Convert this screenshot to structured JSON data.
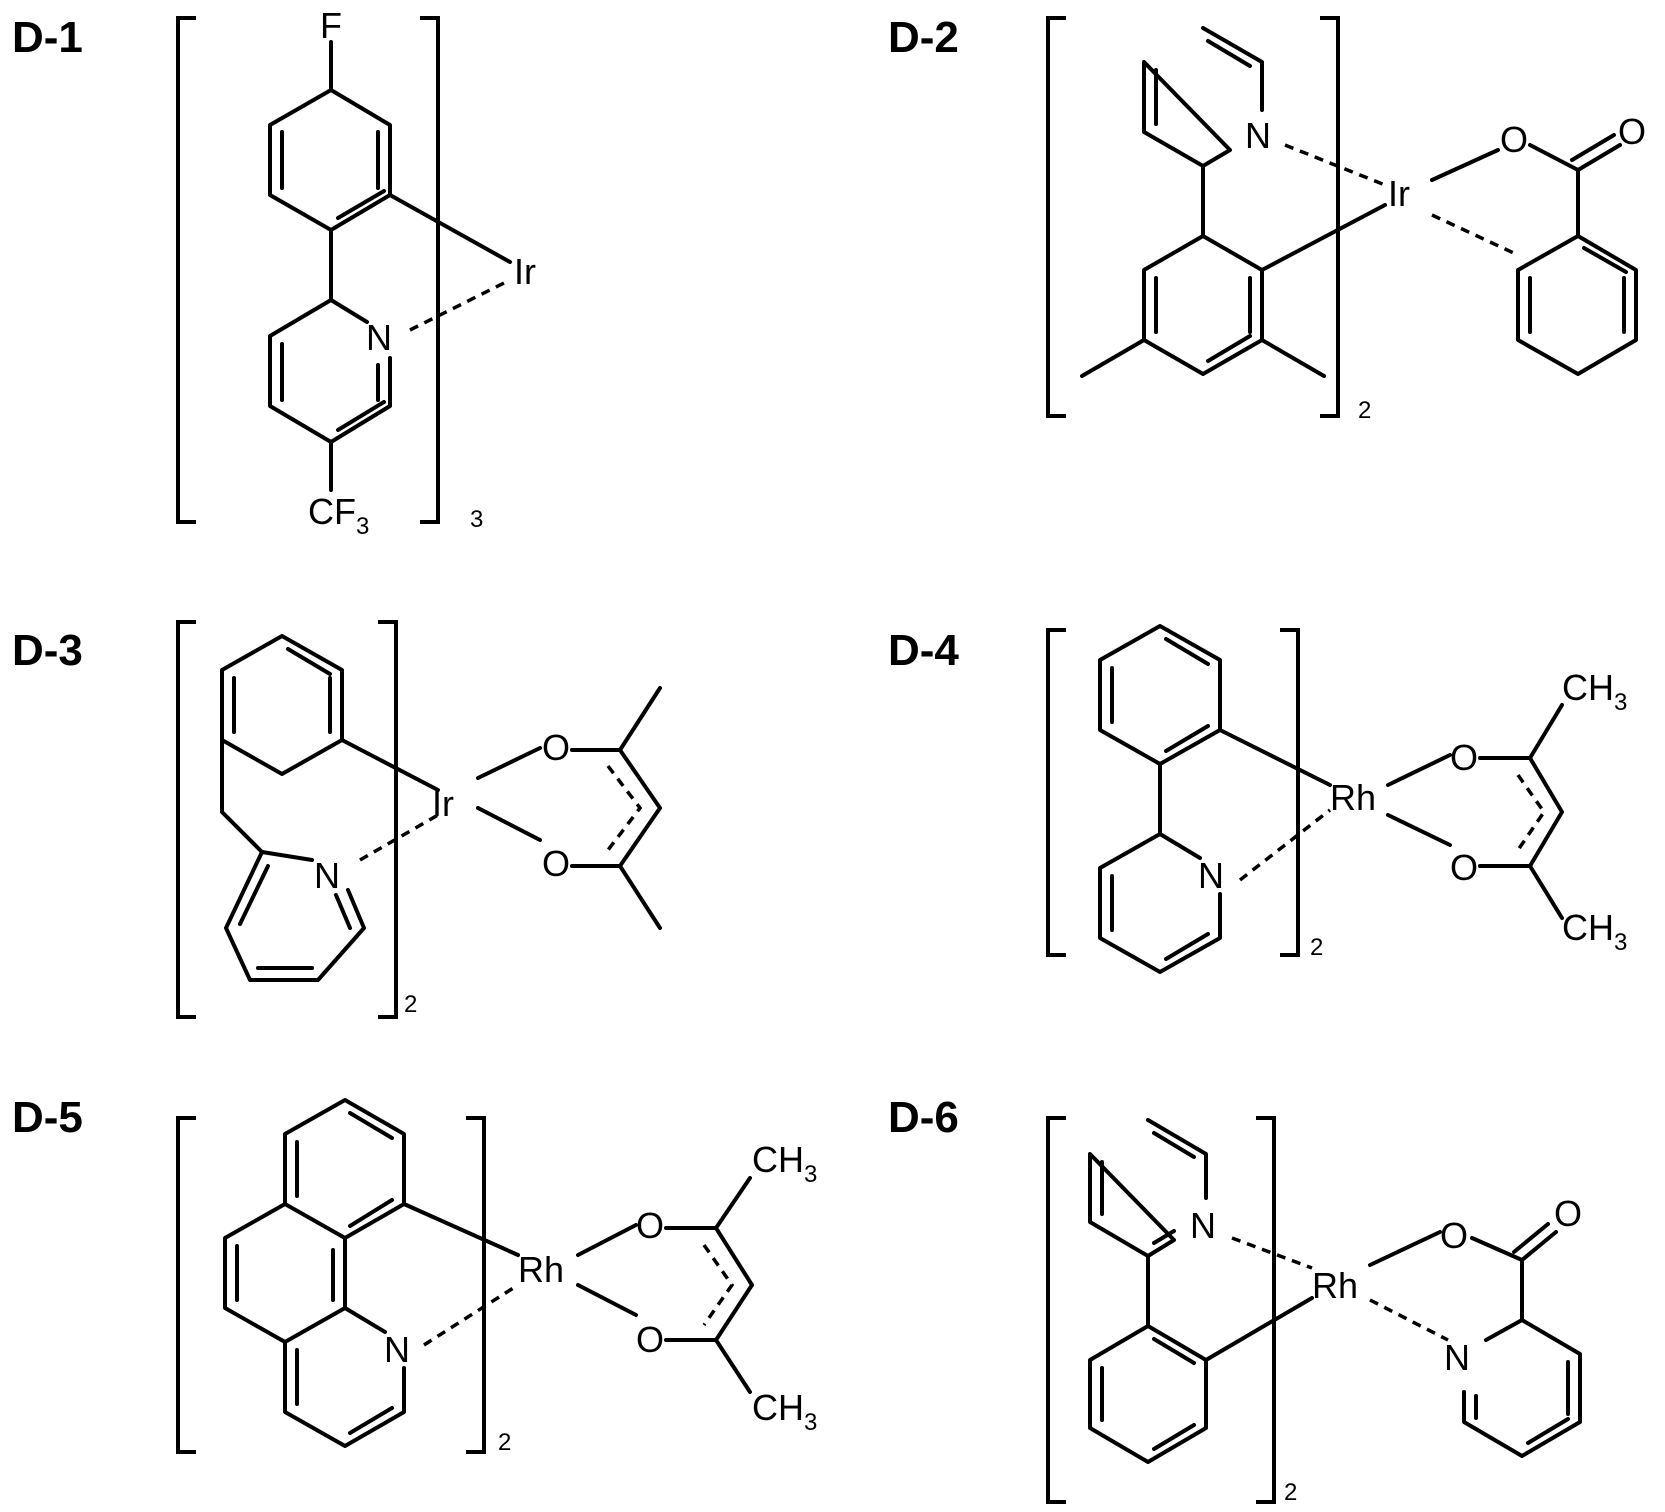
{
  "compounds": [
    {
      "label": "D-1",
      "metal": "Ir",
      "count": "3",
      "atoms": {
        "fluoro": "F",
        "n_pyridine": "N",
        "cf3_main": "CF",
        "cf3_sub": "3"
      }
    },
    {
      "label": "D-2",
      "metal": "Ir",
      "count": "2",
      "atoms": {
        "n_pyridine": "N",
        "o_ester": "O",
        "o_carbonyl": "O"
      }
    },
    {
      "label": "D-3",
      "metal": "Ir",
      "count": "2",
      "atoms": {
        "n_pyridine": "N",
        "o_upper": "O",
        "o_lower": "O"
      }
    },
    {
      "label": "D-4",
      "metal": "Rh",
      "count": "2",
      "atoms": {
        "n_pyridine": "N",
        "o_upper": "O",
        "o_lower": "O",
        "ch3_upper_main": "CH",
        "ch3_upper_sub": "3",
        "ch3_lower_main": "CH",
        "ch3_lower_sub": "3"
      }
    },
    {
      "label": "D-5",
      "metal": "Rh",
      "count": "2",
      "atoms": {
        "n_pyridine": "N",
        "o_upper": "O",
        "o_lower": "O",
        "ch3_upper_main": "CH",
        "ch3_upper_sub": "3",
        "ch3_lower_main": "CH",
        "ch3_lower_sub": "3"
      }
    },
    {
      "label": "D-6",
      "metal": "Rh",
      "count": "2",
      "atoms": {
        "n_pyridine": "N",
        "o_ester": "O",
        "o_carbonyl": "O",
        "n_picolinate": "N"
      }
    }
  ]
}
